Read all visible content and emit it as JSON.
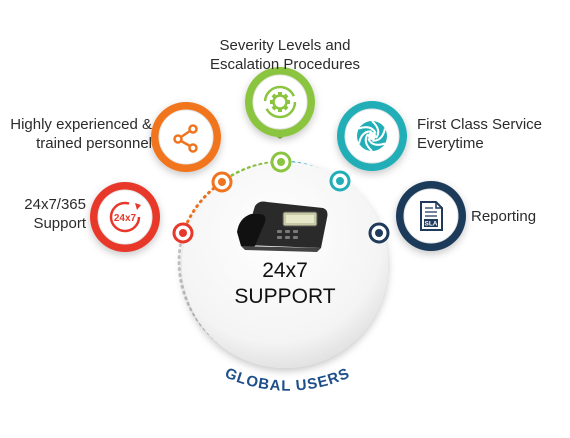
{
  "center": {
    "line1": "24x7",
    "line2": "SUPPORT"
  },
  "arc_label": "GLOBAL USERS",
  "features": [
    {
      "lines": [
        "24x7/365",
        "Support"
      ],
      "icon": "24x7-clock-icon",
      "color": "#e7392b",
      "badge_text": "24x7"
    },
    {
      "lines": [
        "Highly experienced &",
        "trained personnel"
      ],
      "icon": "share-nodes-icon",
      "color": "#f0741f"
    },
    {
      "lines": [
        "Severity Levels and",
        "Escalation Procedures"
      ],
      "icon": "gear-cycle-icon",
      "color": "#8bc53f"
    },
    {
      "lines": [
        "First Class Service",
        "Everytime"
      ],
      "icon": "aperture-icon",
      "color": "#22aeb6"
    },
    {
      "lines": [
        "Reporting"
      ],
      "icon": "sla-document-icon",
      "color": "#1f3a5a",
      "badge_text": "SLA"
    }
  ],
  "colors": {
    "ring_grey": "#c8c8c8",
    "arc_text": "#1d4f8a"
  }
}
